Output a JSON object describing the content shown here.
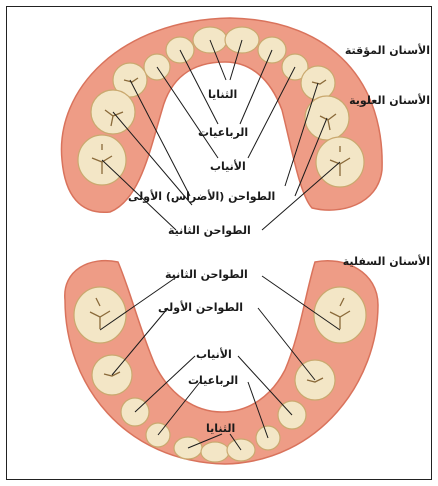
{
  "colors": {
    "gum": "#ee9c86",
    "gum_edge": "#d9735c",
    "palate": "#ffffff",
    "tooth": "#f3e6c6",
    "tooth_shade": "#caa96f",
    "line": "#1a1a1a"
  },
  "side_labels": {
    "primary_teeth": "الأسنان المؤقتة",
    "upper_teeth": "الأسنان العلوية",
    "lower_teeth": "الأسنان السفلية"
  },
  "upper_labels": {
    "incisors_central": "الثنايا",
    "incisors_lateral": "الرباعيات",
    "canines": "الأنياب",
    "first_molars": "الطواحن (الأضراس) الأولى",
    "second_molars": "الطواحن الثانية"
  },
  "lower_labels": {
    "second_molars": "الطواحن الثانية",
    "first_molars": "الطواحن الأولى",
    "canines": "الأنياب",
    "incisors_lateral": "الرباعيات",
    "incisors_central": "الثنايا"
  }
}
